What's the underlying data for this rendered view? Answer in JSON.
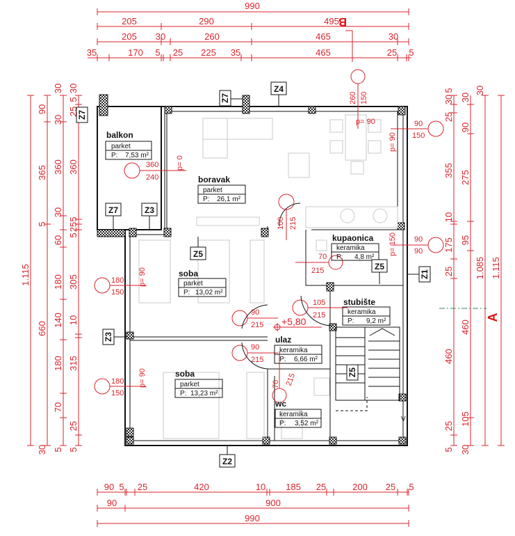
{
  "colors": {
    "dimension": "#d9232b",
    "wall": "#111111",
    "furniture": "#c8c8c8",
    "axis": "#2e8b57"
  },
  "section_markers": {
    "b": "B",
    "a": "A"
  },
  "dimensions": {
    "top": {
      "row1": [
        "990"
      ],
      "row2": [
        "205",
        "290",
        "495"
      ],
      "row3": [
        "205",
        "30",
        "260",
        "465",
        "30"
      ],
      "row4": [
        "35",
        "170",
        "5",
        "25",
        "225",
        "35",
        "465",
        "25",
        "5"
      ]
    },
    "left": {
      "col1": [
        "1.115"
      ],
      "col2": [
        "90",
        "365",
        "5",
        "660",
        "30"
      ],
      "col3": [
        "30",
        "30",
        "360",
        "30",
        "60",
        "180",
        "140",
        "180",
        "70",
        "5"
      ],
      "col4": [
        "30",
        "5",
        "25",
        "360",
        "5",
        "25",
        "5",
        "305",
        "10",
        "315",
        "25",
        "5"
      ]
    },
    "right": {
      "col1": [
        "5",
        "30",
        "25",
        "355",
        "10",
        "175",
        "25",
        "460",
        "25",
        "5"
      ],
      "col2": [
        "30",
        "90",
        "275",
        "95",
        "460",
        "105",
        "30"
      ],
      "col3": [
        "30",
        "1.085"
      ],
      "col4": [
        "1.115"
      ]
    },
    "bottom": {
      "row1": [
        "90",
        "5",
        "25",
        "420",
        "10",
        "185",
        "25",
        "200",
        "25",
        "5"
      ],
      "row2": [
        "90",
        "900"
      ],
      "row3": [
        "990"
      ]
    }
  },
  "rooms": [
    {
      "name": "balkon",
      "floor": "parket",
      "area_prefix": "P:",
      "area": "7,53 m²"
    },
    {
      "name": "boravak",
      "floor": "parket",
      "area_prefix": "P:",
      "area": "26,1 m²"
    },
    {
      "name": "kupaonica",
      "floor": "keramika",
      "area_prefix": "P:",
      "area": "4,8 m²"
    },
    {
      "name": "soba",
      "floor": "parket",
      "area_prefix": "P:",
      "area": "13,02 m²"
    },
    {
      "name": "stubište",
      "floor": "keramika",
      "area_prefix": "P:",
      "area": "9,2 m²"
    },
    {
      "name": "ulaz",
      "floor": "keramika",
      "area_prefix": "P:",
      "area": "6,66 m²"
    },
    {
      "name": "soba",
      "floor": "parket",
      "area_prefix": "P:",
      "area": "13,23 m²"
    },
    {
      "name": "wc",
      "floor": "keramika",
      "area_prefix": "P:",
      "area": "3,52 m²"
    }
  ],
  "openings": [
    {
      "w": "360",
      "h": "240",
      "sill": "p= 0"
    },
    {
      "w": "260",
      "h": "150",
      "sill": "p= 90"
    },
    {
      "w": "90",
      "h": "150",
      "sill": "p= 90"
    },
    {
      "w": "100",
      "h": "215"
    },
    {
      "w": "70",
      "h": "215"
    },
    {
      "w": "90",
      "h": "90",
      "sill": "p= 150"
    },
    {
      "w": "180",
      "h": "150",
      "sill": "p= 90"
    },
    {
      "w": "90",
      "h": "215"
    },
    {
      "w": "105",
      "h": "215"
    },
    {
      "w": "90",
      "h": "215"
    },
    {
      "w": "70",
      "h": "215"
    },
    {
      "w": "180",
      "h": "150",
      "sill": "p= 90"
    }
  ],
  "level": "+5,80",
  "tags": [
    "Z7",
    "Z7",
    "Z4",
    "Z7",
    "Z3",
    "Z5",
    "Z5",
    "Z1",
    "Z3",
    "Z5",
    "Z2"
  ]
}
